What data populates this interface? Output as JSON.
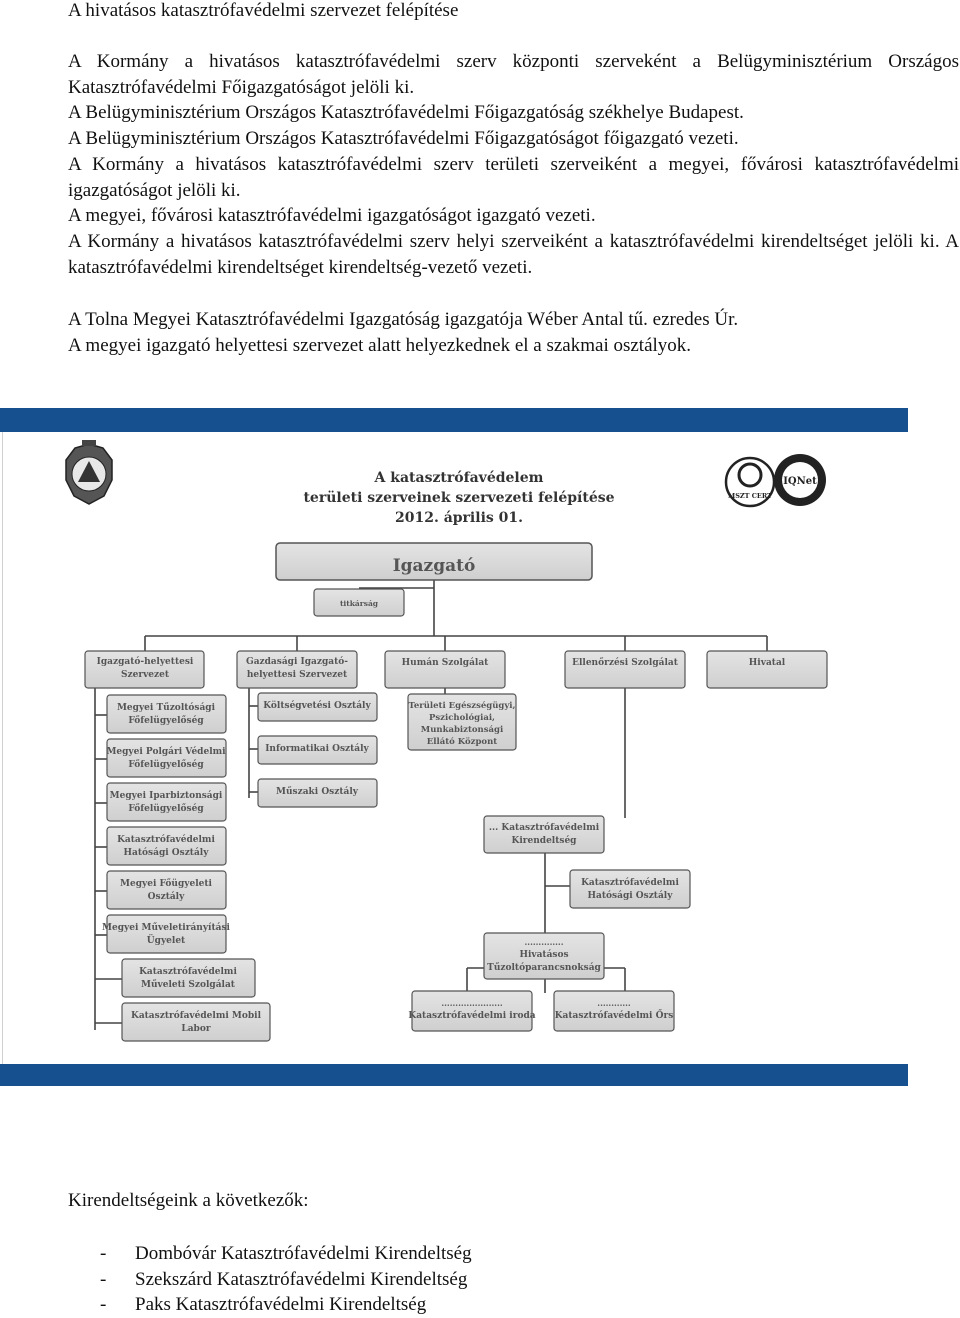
{
  "title": "A hivatásos katasztrófavédelmi szervezet felépítése",
  "block1": {
    "line1": "A Kormány a hivatásos katasztrófavédelmi szerv központi szerveként a Belügyminisztérium Országos Katasztrófavédelmi Főigazgatóságot jelöli ki.",
    "line2": "A Belügyminisztérium Országos Katasztrófavédelmi Főigazgatóság székhelye Budapest.",
    "line3": "A Belügyminisztérium Országos Katasztrófavédelmi Főigazgatóságot főigazgató vezeti.",
    "line4": "A Kormány a hivatásos katasztrófavédelmi szerv területi szerveiként a megyei, fővárosi katasztrófavédelmi igazgatóságot jelöli ki.",
    "line5": "A megyei, fővárosi katasztrófavédelmi igazgatóságot igazgató vezeti.",
    "line6": "A Kormány a hivatásos katasztrófavédelmi szerv helyi szerveiként a katasztrófavédelmi kirendeltséget jelöli ki. A katasztrófavédelmi kirendeltséget kirendeltség-vezető vezeti."
  },
  "block2": {
    "line1": "A Tolna Megyei Katasztrófavédelmi Igazgatóság igazgatója Wéber Antal tű. ezredes Úr.",
    "line2": "A megyei igazgató helyettesi szervezet alatt helyezkednek el a szakmai osztályok."
  },
  "chart": {
    "heading1": "A katasztrófavédelem",
    "heading2": "területi szerveinek szervezeti felépítése",
    "heading3": "2012. április 01.",
    "director": "Igazgató",
    "secretariat": "titkárság",
    "col1": {
      "header1": "Igazgató-helyettesi",
      "header2": "Szervezet",
      "items": [
        [
          "Megyei Tűzoltósági",
          "Főfelügyelőség"
        ],
        [
          "Megyei Polgári Védelmi",
          "Főfelügyelőség"
        ],
        [
          "Megyei Iparbiztonsági",
          "Főfelügyelőség"
        ],
        [
          "Katasztrófavédelmi",
          "Hatósági Osztály"
        ],
        [
          "Megyei Főügyeleti",
          "Osztály"
        ],
        [
          "Megyei Műveletirányítási",
          "Ügyelet"
        ],
        [
          "Katasztrófavédelmi",
          "Műveleti Szolgálat"
        ],
        [
          "Katasztrófavédelmi Mobil",
          "Labor"
        ]
      ]
    },
    "col2": {
      "header1": "Gazdasági Igazgató-",
      "header2": "helyettesi Szervezet",
      "items": [
        "Költségvetési Osztály",
        "Informatikai Osztály",
        "Műszaki Osztály"
      ]
    },
    "col3": {
      "header": "Humán Szolgálat",
      "item": [
        "Területi Egészségügyi,",
        "Pszichológiai,",
        "Munkabiztonsági",
        "Ellátó Központ"
      ]
    },
    "col4": {
      "header": "Ellenőrzési Szolgálat"
    },
    "col5": {
      "header": "Hivatal"
    },
    "branch": {
      "name1": "... Katasztrófavédelmi",
      "name2": "Kirendeltség",
      "authority1": "Katasztrófavédelmi",
      "authority2": "Hatósági Osztály",
      "fire_dots": "..............",
      "fire1": "Hivatásos",
      "fire2": "Tűzoltóparancsnokság",
      "office_dots": "......................",
      "office": "Katasztrófavédelmi iroda",
      "post_dots": "............",
      "post": "Katasztrófavédelmi Őrs"
    },
    "badge1": "MSZT CERT",
    "badge2": "IQNet",
    "box_color": "#d6d6d6",
    "band_color": "#17508e"
  },
  "list_heading": "Kirendeltségeink a következők:",
  "branches": [
    "Dombóvár Katasztrófavédelmi Kirendeltség",
    "Szekszárd Katasztrófavédelmi Kirendeltség",
    "Paks Katasztrófavédelmi Kirendeltség"
  ],
  "list_marker": "-"
}
